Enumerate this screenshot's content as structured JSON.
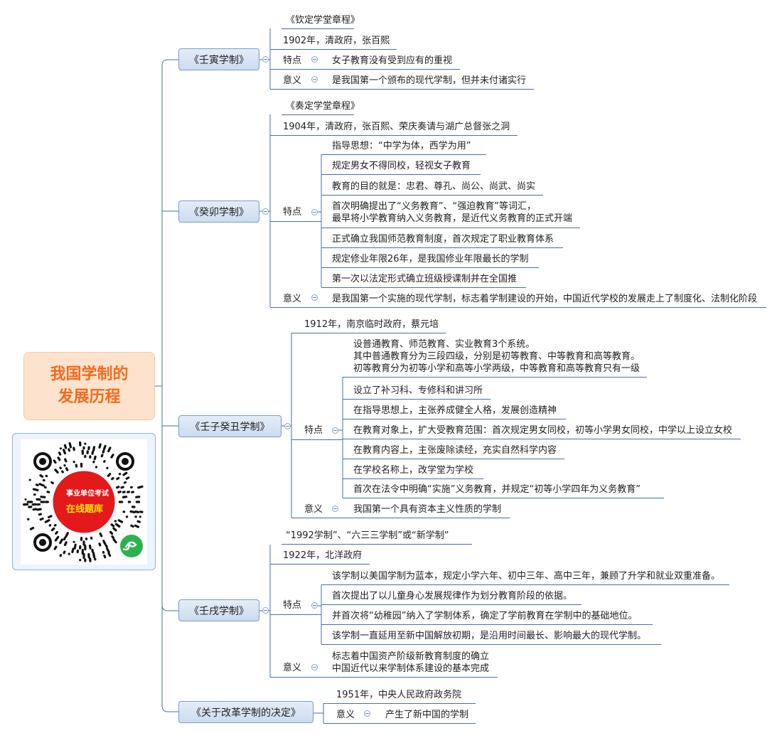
{
  "root": {
    "line1": "我国学制的",
    "line2": "发展历程"
  },
  "qr": {
    "badge_line1": "事业单位考试",
    "badge_line2": "在线题库"
  },
  "b1": {
    "label": "《壬寅学制》",
    "alias": "《钦定学堂章程》",
    "origin": "1902年，清政府，张百熙",
    "trait_label": "特点",
    "trait": "女子教育没有受到应有的重视",
    "meaning_label": "意义",
    "meaning": "是我国第一个颁布的现代学制，但并未付诸实行"
  },
  "b2": {
    "label": "《癸卯学制》",
    "alias": "《奏定学堂章程》",
    "origin": "1904年，清政府，张百熙、荣庆奏请与湖广总督张之洞",
    "trait_label": "特点",
    "traits": [
      "指导思想：“中学为体，西学为用”",
      "规定男女不得同校，轻视女子教育",
      "教育的目的就是：忠君、尊孔、尚公、尚武、尚实",
      "首次明确提出了“义务教育”、“强迫教育”等词汇，",
      "最早将小学教育纳入义务教育，是近代义务教育的正式开端",
      "正式确立我国师范教育制度，首次规定了职业教育体系",
      "规定修业年限26年，是我国修业年限最长的学制",
      "第一次以法定形式确立班级授课制并在全国推"
    ],
    "meaning_label": "意义",
    "meaning": "是我国第一个实施的现代学制，标志着学制建设的开始，中国近代学校的发展走上了制度化、法制化阶段"
  },
  "b3": {
    "label": "《壬子癸丑学制》",
    "origin": "1912年，南京临时政府，蔡元培",
    "trait_label": "特点",
    "traits": [
      "设普通教育、师范教育、实业教育3个系统。",
      "其中普通教育分为三段四级，分别是初等教育、中等教育和高等教育。",
      "初等教育分为初等小学和高等小学两级，中等教育和高等教育只有一级",
      "设立了补习科、专修科和讲习所",
      "在指导思想上，主张养成健全人格，发展创造精神",
      "在教育对象上，扩大受教育范围：首次规定男女同校，初等小学男女同校，中学以上设立女校",
      "在教育内容上，主张废除读经，充实自然科学内容",
      "在学校名称上，改学堂为学校",
      "首次在法令中明确“实施”义务教育，并规定“初等小学四年为义务教育”"
    ],
    "meaning_label": "意义",
    "meaning": "我国第一个具有资本主义性质的学制"
  },
  "b4": {
    "label": "《壬戌学制》",
    "alias": "“1992学制”、“六三三学制”或“新学制”",
    "origin": "1922年，北洋政府",
    "trait_label": "特点",
    "traits": [
      "该学制以美国学制为蓝本，规定小学六年、初中三年、高中三年，兼顾了升学和就业双重准备。",
      "首次提出了以儿童身心发展规律作为划分教育阶段的依据。",
      "并首次将“幼稚园”纳入了学制体系，确定了学前教育在学制中的基础地位。",
      "该学制一直延用至新中国解放初期，是沿用时间最长、影响最大的现代学制。"
    ],
    "meaning_label": "意义",
    "meanings": [
      "标志着中国资产阶级新教育制度的确立",
      "中国近代以来学制体系建设的基本完成"
    ]
  },
  "b5": {
    "label": "《关于改革学制的决定》",
    "origin": "1951年，中央人民政府政务院",
    "meaning_label": "意义",
    "meaning": "产生了新中国的学制"
  }
}
